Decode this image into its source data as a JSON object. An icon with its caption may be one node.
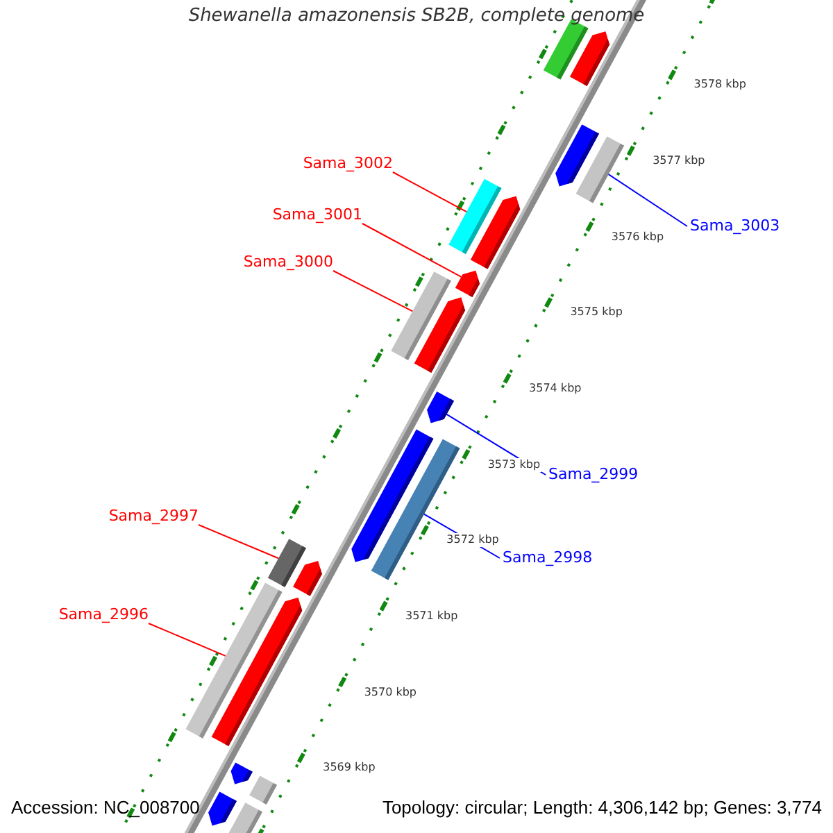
{
  "diagram": {
    "title": "Shewanella amazonensis SB2B, complete genome",
    "nodes": [
      {
        "text": [
          "Sama_3002"
        ]
      },
      {
        "text": [
          "Sama_3001"
        ]
      },
      {
        "text": [
          "Sama_3000"
        ]
      },
      {
        "text": [
          "Sama_2997"
        ]
      },
      {
        "text": [
          "Sama_2996"
        ]
      },
      {
        "text": [
          "Sama_3003"
        ]
      },
      {
        "text": [
          "Sama_2999"
        ]
      },
      {
        "text": [
          "Sama_2998"
        ]
      },
      {
        "text": [],
        "shape": "bar"
      },
      {
        "text": [],
        "shape": "bar"
      },
      {
        "text": [],
        "shape": "bar"
      },
      {
        "text": [],
        "shape": "bar"
      },
      {
        "text": [],
        "shape": "bar"
      },
      {
        "text": [],
        "shape": "bar"
      },
      {
        "text": [],
        "shape": "bar"
      },
      {
        "text": [],
        "shape": "bar"
      },
      {
        "text": [],
        "shape": "bar"
      },
      {
        "text": [],
        "shape": "bar"
      },
      {
        "text": [],
        "shape": "bar"
      },
      {
        "text": [],
        "shape": "bar"
      },
      {
        "text": [],
        "shape": "bar"
      },
      {
        "text": [],
        "shape": "bar"
      },
      {
        "text": [],
        "shape": "bar"
      },
      {
        "text": [],
        "shape": "bar"
      },
      {
        "text": [],
        "shape": "bar"
      },
      {
        "text": [],
        "shape": "bar"
      },
      {
        "text": [],
        "shape": "bar"
      },
      {
        "text": [],
        "shape": "bar"
      }
    ],
    "edges": [
      {
        "from": 0,
        "to": 12,
        "arrow": "none"
      },
      {
        "from": 1,
        "to": 14,
        "arrow": "none"
      },
      {
        "from": 2,
        "to": 15,
        "arrow": "none"
      },
      {
        "from": 3,
        "to": 20,
        "arrow": "none"
      },
      {
        "from": 4,
        "to": 22,
        "arrow": "none"
      },
      {
        "from": 5,
        "to": 11,
        "arrow": "none",
        "color": "#0000ff"
      },
      {
        "from": 6,
        "to": 17,
        "arrow": "none",
        "color": "#0000ff"
      },
      {
        "from": 7,
        "to": 19,
        "arrow": "none",
        "color": "#0000ff"
      }
    ],
    "labels": [
      "3569 kbp",
      "3570 kbp",
      "3571 kbp",
      "3572 kbp",
      "3573 kbp",
      "3574 kbp",
      "3575 kbp",
      "3576 kbp",
      "3577 kbp",
      "3578 kbp",
      "Accession: NC_008700",
      "Topology: circular; Length: 4,306,142 bp; Genes: 3,774"
    ]
  }
}
